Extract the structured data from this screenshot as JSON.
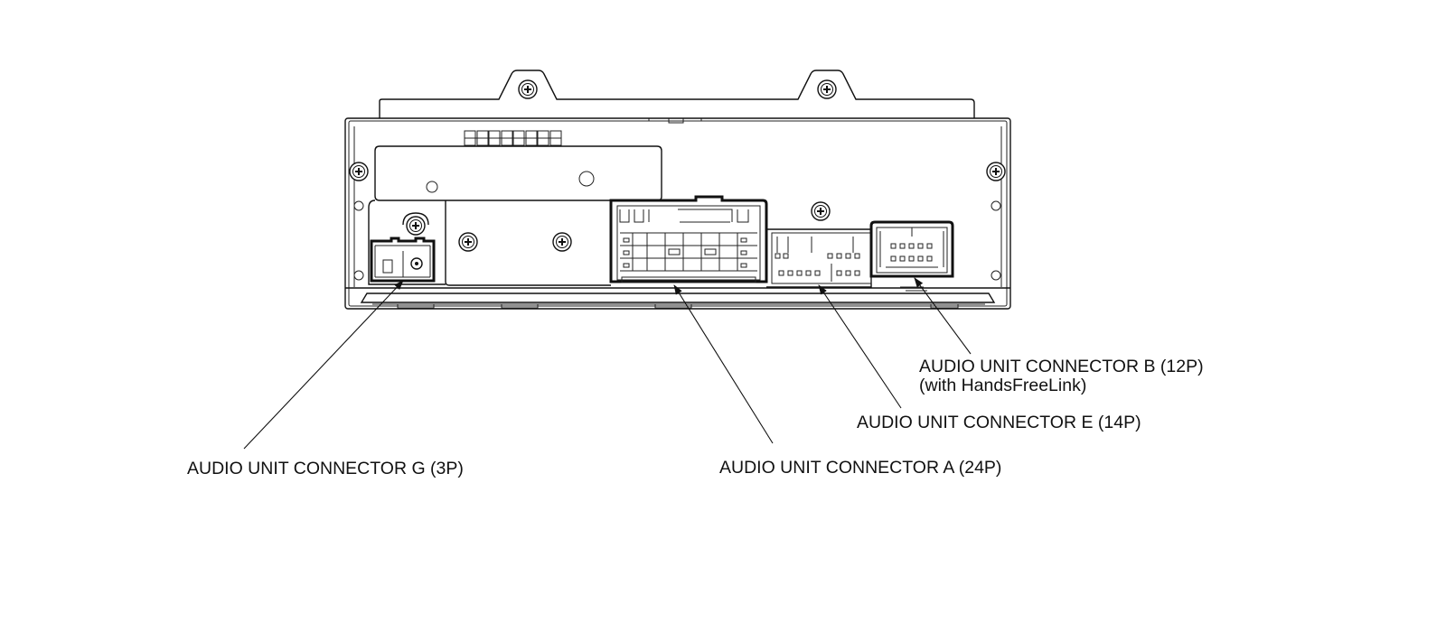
{
  "labels": {
    "connector_g": "AUDIO UNIT CONNECTOR G (3P)",
    "connector_a": "AUDIO UNIT CONNECTOR A (24P)",
    "connector_e": "AUDIO UNIT CONNECTOR E (14P)",
    "connector_b_line1": "AUDIO UNIT CONNECTOR B (12P)",
    "connector_b_line2": "(with HandsFreeLink)"
  }
}
